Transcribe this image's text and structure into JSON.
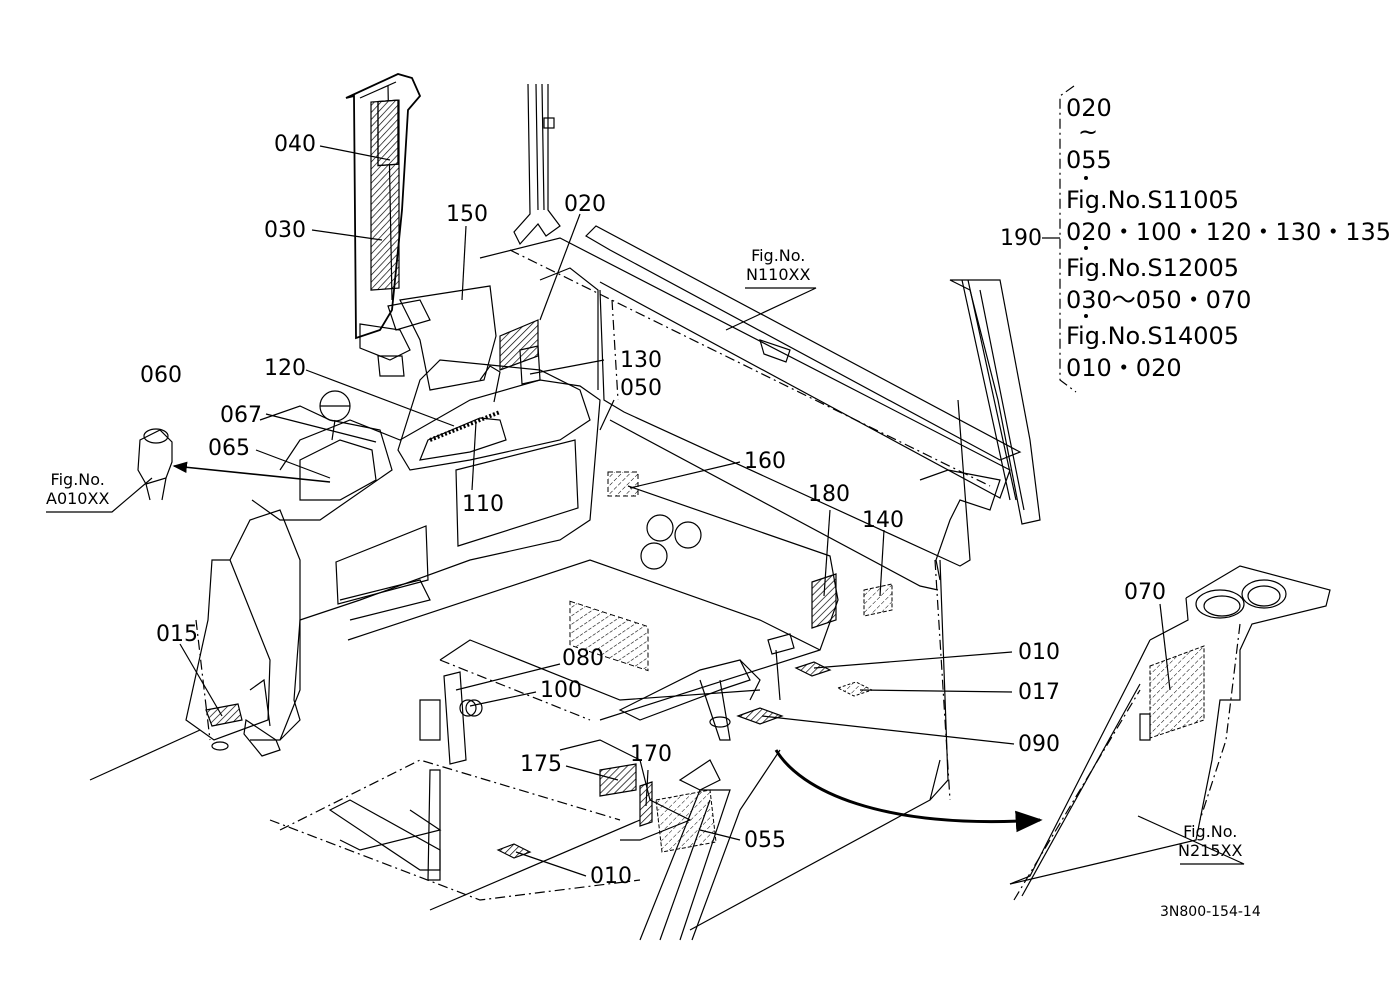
{
  "callouts": {
    "p040": "040",
    "p030": "030",
    "p150": "150",
    "p020": "020",
    "p060": "060",
    "p120": "120",
    "p130": "130",
    "p050": "050",
    "p067": "067",
    "p065": "065",
    "p110": "110",
    "p160": "160",
    "p180": "180",
    "p140": "140",
    "p070": "070",
    "p015": "015",
    "p080": "080",
    "p010a": "010",
    "p100": "100",
    "p017": "017",
    "p090": "090",
    "p175": "175",
    "p170": "170",
    "p055": "055",
    "p010b": "010"
  },
  "figure_refs": {
    "n110": {
      "line1": "Fig.No.",
      "line2": "N110XX"
    },
    "a010": {
      "line1": "Fig.No.",
      "line2": "A010XX"
    },
    "n215": {
      "line1": "Fig.No.",
      "line2": "N215XX"
    }
  },
  "reference_block": {
    "label": "190",
    "lines": [
      "020",
      "~",
      "055",
      "Fig.No.S11005",
      "020・100・120・130・135",
      "Fig.No.S12005",
      "030～050・070",
      "Fig.No.S14005",
      "010・020"
    ]
  },
  "drawing_code": "3N800-154-14",
  "icons": {
    "decal": "hatched-label-icon",
    "arrow": "pointer-arrow-icon"
  }
}
